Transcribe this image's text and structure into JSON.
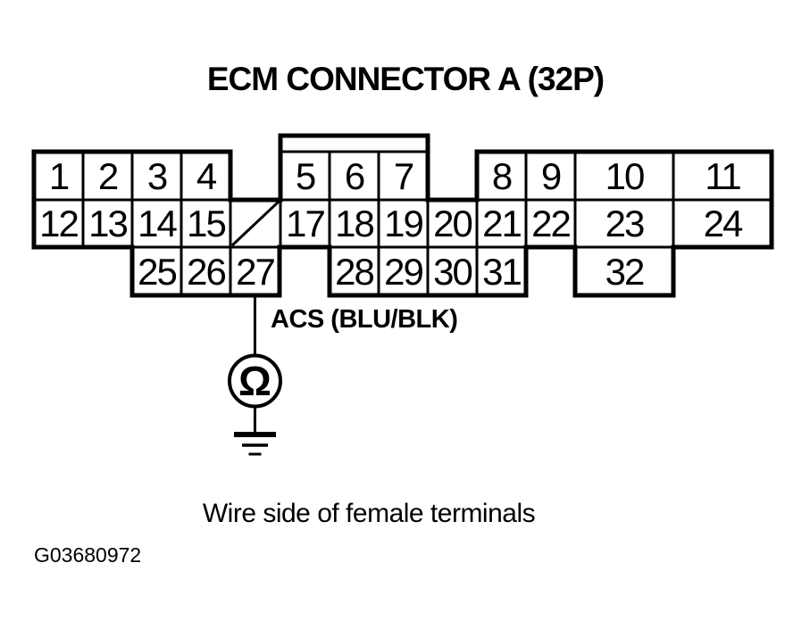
{
  "title": "ECM CONNECTOR A (32P)",
  "caption": "Wire side of female terminals",
  "figure_id": "G03680972",
  "wire": {
    "label": "ACS (BLU/BLK)"
  },
  "meter": {
    "symbol": "Ω"
  },
  "colors": {
    "line": "#000000",
    "background": "#ffffff"
  },
  "pins": {
    "p1": "1",
    "p2": "2",
    "p3": "3",
    "p4": "4",
    "p5": "5",
    "p6": "6",
    "p7": "7",
    "p8": "8",
    "p9": "9",
    "p10": "10",
    "p11": "11",
    "p12": "12",
    "p13": "13",
    "p14": "14",
    "p15": "15",
    "p17": "17",
    "p18": "18",
    "p19": "19",
    "p20": "20",
    "p21": "21",
    "p22": "22",
    "p23": "23",
    "p24": "24",
    "p25": "25",
    "p26": "26",
    "p27": "27",
    "p28": "28",
    "p29": "29",
    "p30": "30",
    "p31": "31",
    "p32": "32"
  }
}
